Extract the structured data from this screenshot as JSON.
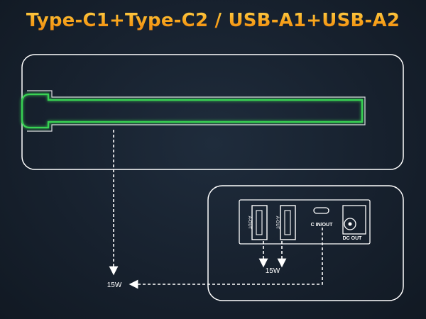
{
  "headline": "Type-C1+Type-C2 / USB-A1+USB-A2",
  "colors": {
    "headline_top": "#ffd24a",
    "headline_bottom": "#f08a12",
    "outline": "#ffffff",
    "cable_glow": "#39d353",
    "background": "#17212e"
  },
  "ports": {
    "usb_a1_label": "A-OUT",
    "usb_a2_label": "A-OUT",
    "usb_c_label": "C IN/OUT",
    "dc_label": "DC  OUT"
  },
  "arrows": {
    "usb_a_power": "15W",
    "cable_power": "15W"
  }
}
